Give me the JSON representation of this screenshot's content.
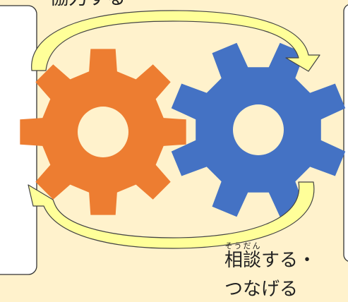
{
  "colors": {
    "background": "#fff2cc",
    "gear_left": "#ed7d31",
    "gear_right": "#4472c4",
    "arrow_fill": "#ffff99",
    "arrow_stroke": "#444444",
    "box_fill": "#ffffff",
    "box_stroke": "#333333"
  },
  "labels": {
    "top": "協力する",
    "bottom_kanji": "相談",
    "bottom_ruby": "そうだん",
    "bottom_rest": "する・",
    "bottom_line2": "つなげる"
  }
}
